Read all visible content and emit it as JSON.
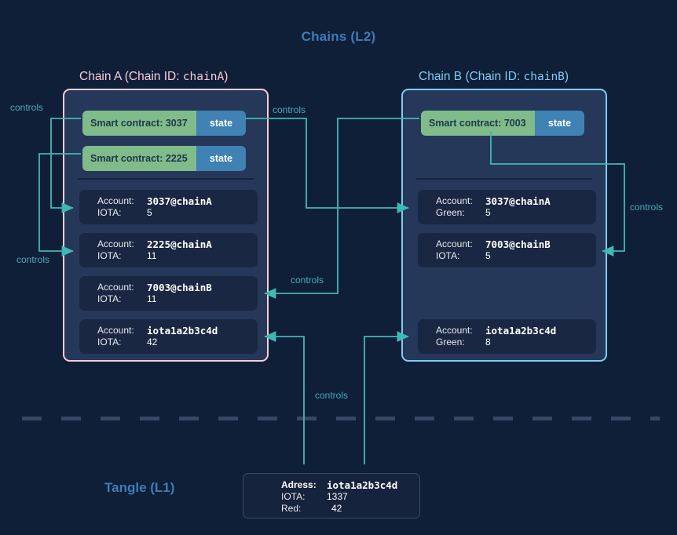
{
  "page": {
    "background": "#101f38",
    "accent_teal": "#3fb8b4",
    "chain_a_color": "#f6cdd6",
    "chain_b_color": "#7ccdf5",
    "heading_color": "#3d7cb8",
    "contract_green": "#80bb8a",
    "state_blue": "#3f82b3"
  },
  "headings": {
    "l2": "Chains (L2)",
    "l1": "Tangle (L1)"
  },
  "chain_a": {
    "title_prefix": "Chain A (Chain ID: ",
    "title_id": "chainA",
    "title_suffix": ")",
    "contracts": [
      {
        "name": "Smart contract: 3037",
        "state": "state"
      },
      {
        "name": "Smart contract: 2225",
        "state": "state"
      }
    ],
    "accounts": [
      {
        "key1": "Account:",
        "val1": "3037@chainA",
        "key2": "IOTA:",
        "val2": "5"
      },
      {
        "key1": "Account:",
        "val1": "2225@chainA",
        "key2": "IOTA:",
        "val2": "11"
      },
      {
        "key1": "Account:",
        "val1": "7003@chainB",
        "key2": "IOTA:",
        "val2": "11"
      },
      {
        "key1": "Account:",
        "val1": "iota1a2b3c4d",
        "key2": "IOTA:",
        "val2": "42"
      }
    ]
  },
  "chain_b": {
    "title_prefix": "Chain B (Chain ID: ",
    "title_id": "chainB",
    "title_suffix": ")",
    "contracts": [
      {
        "name": "Smart contract: 7003",
        "state": "state"
      }
    ],
    "accounts": [
      {
        "key1": "Account:",
        "val1": "3037@chainA",
        "key2": "Green:",
        "val2": "5"
      },
      {
        "key1": "Account:",
        "val1": "7003@chainB",
        "key2": "IOTA:",
        "val2": "5"
      },
      {
        "key1": "Account:",
        "val1": "iota1a2b3c4d",
        "key2": "Green:",
        "val2": "8"
      }
    ]
  },
  "tangle": {
    "address": {
      "key1": "Adress:",
      "val1": "iota1a2b3c4d",
      "key2": "IOTA:",
      "val2": "1337",
      "key3": "Red:",
      "val3": "42"
    }
  },
  "wire_labels": {
    "left_top": "controls",
    "left_bottom": "controls",
    "mid_top": "controls",
    "mid_bottom": "controls",
    "right": "controls",
    "bottom": "controls"
  }
}
